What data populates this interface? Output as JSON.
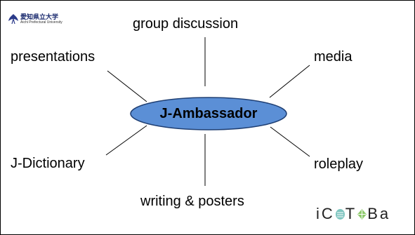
{
  "logo": {
    "university_jp": "愛知県立大学",
    "university_en": "Aichi Prefectural University"
  },
  "center_node": "J-Ambassador",
  "nodes": {
    "top": "group discussion",
    "top_left": "presentations",
    "top_right": "media",
    "bottom_left": "J-Dictionary",
    "bottom_right": "roleplay",
    "bottom": "writing & posters"
  },
  "brand": {
    "part1": "iC",
    "part2": "T",
    "part3": "Ba"
  },
  "colors": {
    "ellipse_fill": "#5b8fd6",
    "ellipse_stroke": "#1f3f73",
    "connector": "#000000"
  }
}
